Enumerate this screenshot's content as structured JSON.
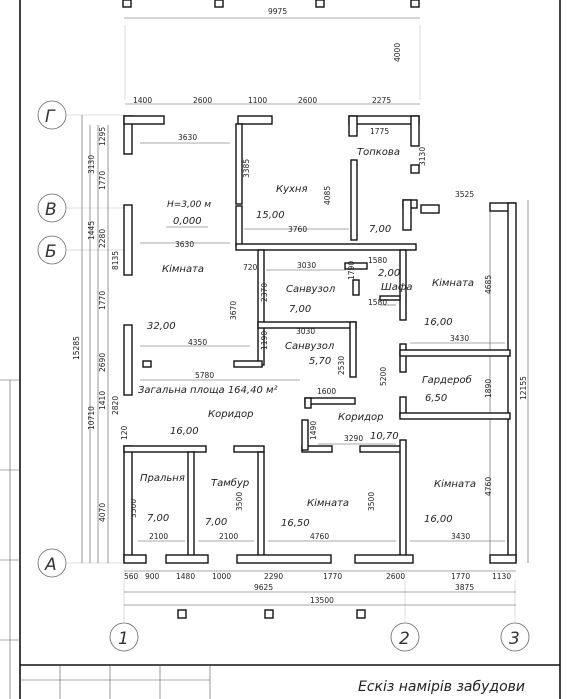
{
  "top_dims": {
    "overall": "9975",
    "right_vert": "4000",
    "segments": [
      "1400",
      "2600",
      "1100",
      "2600",
      "2275"
    ]
  },
  "axes": {
    "rows": [
      {
        "label": "Г"
      },
      {
        "label": "В"
      },
      {
        "label": "Б"
      },
      {
        "label": "А"
      }
    ],
    "cols": [
      {
        "label": "1"
      },
      {
        "label": "2"
      },
      {
        "label": "3"
      }
    ]
  },
  "left_dims": {
    "outer": "15285",
    "mid": "10710",
    "chain_a": [
      "3130",
      "1445"
    ],
    "chain_b": [
      "1295",
      "1770",
      "2280",
      "1770",
      "2690",
      "1410",
      "4070"
    ],
    "inner": [
      "8135",
      "2820",
      "120",
      "3500"
    ]
  },
  "right_dims": {
    "outer": "12155",
    "chain": [
      "3130",
      "4685",
      "1890",
      "4760"
    ],
    "inner": [
      "3525",
      "5200"
    ]
  },
  "inner_dims": [
    "3630",
    "3385",
    "4085",
    "1775",
    "3760",
    "3630",
    "720",
    "3030",
    "1790",
    "1580",
    "2370",
    "3670",
    "1580",
    "4350",
    "3030",
    "1190",
    "2530",
    "5780",
    "1600",
    "3430",
    "1490",
    "3290",
    "3500",
    "3500",
    "2100",
    "2100",
    "4760",
    "3430"
  ],
  "bottom_dims": {
    "chain": [
      "560",
      "900",
      "1480",
      "1000",
      "2290",
      "1770",
      "2600",
      "1770",
      "1130"
    ],
    "sub": [
      "9625",
      "3875"
    ],
    "overall": "13500"
  },
  "rooms": [
    {
      "name": "Кухня",
      "area": "15,00"
    },
    {
      "name": "Топкова",
      "area": "7,00"
    },
    {
      "name": "Кімната",
      "area": "32,00"
    },
    {
      "name": "Санвузол",
      "area": "7,00"
    },
    {
      "name": "Шафа",
      "area": "2,00"
    },
    {
      "name": "Кімната",
      "area": "16,00"
    },
    {
      "name": "Санвузол",
      "area": "5,70"
    },
    {
      "name": "Гардероб",
      "area": "6,50"
    },
    {
      "name": "Коридор",
      "area": "16,00"
    },
    {
      "name": "Коридор",
      "area": "10,70"
    },
    {
      "name": "Пральня",
      "area": "7,00"
    },
    {
      "name": "Тамбур",
      "area": "7,00"
    },
    {
      "name": "Кімната",
      "area": "16,50"
    },
    {
      "name": "Кімната",
      "area": "16,00"
    }
  ],
  "notes": {
    "height": "Н=3,00 м",
    "level": "0,000",
    "total_area": "Загальна площа 164,40 м²"
  },
  "stamp_title": "Ескіз намірів забудови"
}
